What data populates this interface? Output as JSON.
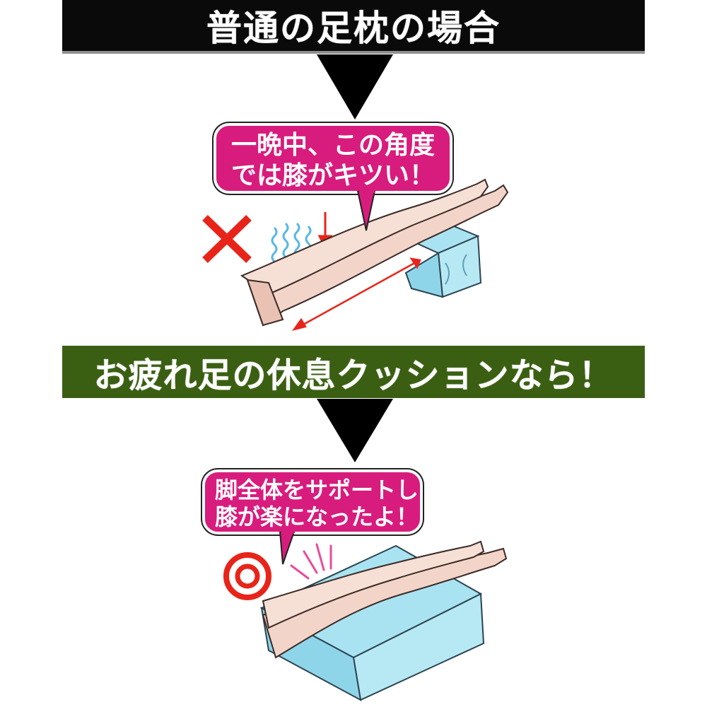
{
  "banners": {
    "top": "普通の足枕の場合",
    "middle": "お疲れ足の休息クッションなら！"
  },
  "bubbles": {
    "top": {
      "line1": "一晩中、この角度",
      "line2": "では膝がキツい！"
    },
    "bottom": {
      "line1": "脚全体をサポートし",
      "line2": "膝が楽になったよ！"
    }
  },
  "marks": {
    "bad": "cross-mark",
    "good": "double-circle-mark"
  },
  "colors": {
    "top_banner": "#0a0a0a",
    "middle_banner": "#3a5f12",
    "bubble": "#d81c7d",
    "cross": "#e8241a",
    "circle": "#e8241a",
    "pillow": "#a9e3f1",
    "skin": "#f2d4c8",
    "arrow": "#000000"
  }
}
